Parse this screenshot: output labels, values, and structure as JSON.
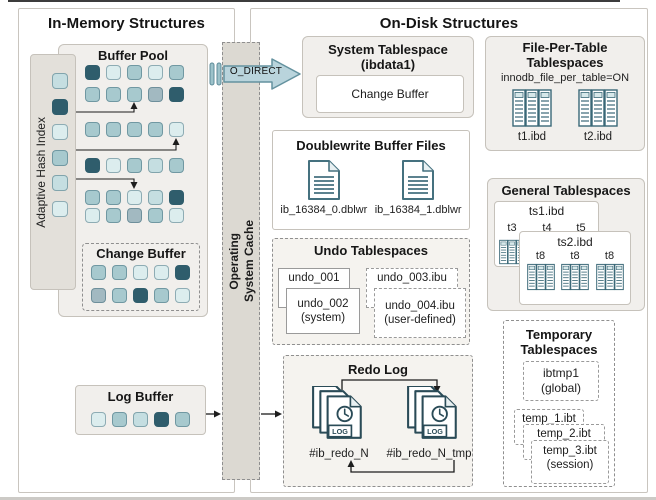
{
  "palette": {
    "d": "#2f5d6c",
    "m": "#a7c9ce",
    "l": "#c5dee1",
    "v": "#dcedee",
    "g": "#a2b9c1"
  },
  "left_panel": {
    "title": "In-Memory Structures",
    "buffer_pool": {
      "title": "Buffer Pool",
      "grid": [
        [
          "d",
          "v",
          "m",
          "v",
          "m"
        ],
        [
          "m",
          "m",
          "m",
          "g",
          "d"
        ],
        [
          "m",
          "m",
          "m",
          "m",
          "v"
        ],
        [
          "d",
          "v",
          "m",
          "l",
          "m"
        ],
        [
          "m",
          "m",
          "v",
          "l",
          "d"
        ],
        [
          "v",
          "m",
          "g",
          "m",
          "v"
        ]
      ]
    },
    "adaptive_hash_index": {
      "label": "Adaptive Hash Index",
      "column": [
        "l",
        "d",
        "v",
        "m",
        "l",
        "v"
      ]
    },
    "change_buffer": {
      "title": "Change Buffer",
      "grid": [
        [
          "m",
          "m",
          "v",
          "v",
          "d"
        ],
        [
          "g",
          "m",
          "d",
          "m",
          "v"
        ]
      ]
    },
    "log_buffer": {
      "title": "Log Buffer",
      "row": [
        "v",
        "m",
        "l",
        "d",
        "m"
      ]
    }
  },
  "middle": {
    "o_direct_label": "O_DIRECT",
    "os_cache_line1": "Operating",
    "os_cache_line2": "System Cache"
  },
  "right_panel": {
    "title": "On-Disk Structures",
    "system_tablespace": {
      "title": "System Tablespace",
      "subtitle": "(ibdata1)",
      "inner_label": "Change Buffer"
    },
    "file_per_table": {
      "title_lines": [
        "File-Per-Table",
        "Tablespaces"
      ],
      "setting": "innodb_file_per_table=ON",
      "files": [
        "t1.ibd",
        "t2.ibd"
      ]
    },
    "doublewrite": {
      "title": "Doublewrite Buffer Files",
      "files": [
        "ib_16384_0.dblwr",
        "ib_16384_1.dblwr"
      ]
    },
    "undo": {
      "title": "Undo Tablespaces",
      "boxes": [
        {
          "label": "undo_001",
          "sub": ""
        },
        {
          "label": "undo_002",
          "sub": "(system)"
        },
        {
          "label": "undo_003.ibu",
          "sub": ""
        },
        {
          "label": "undo_004.ibu",
          "sub": "(user-defined)"
        }
      ]
    },
    "redo": {
      "title": "Redo Log",
      "icon_text": "LOG",
      "files": [
        "#ib_redo_N",
        "#ib_redo_N_tmp"
      ]
    },
    "general": {
      "title": "General Tablespaces",
      "ts1": {
        "label": "ts1.ibd",
        "tables": [
          "t3",
          "t4",
          "t5"
        ]
      },
      "ts2": {
        "label": "ts2.ibd",
        "tables": [
          "t8",
          "t8",
          "t8"
        ]
      }
    },
    "temporary": {
      "title_lines": [
        "Temporary",
        "Tablespaces"
      ],
      "global_box": {
        "label": "ibtmp1",
        "sub": "(global)"
      },
      "session_boxes": [
        {
          "label": "temp_1.ibt",
          "sub": ""
        },
        {
          "label": "temp_2.ibt",
          "sub": ""
        },
        {
          "label": "temp_3.ibt",
          "sub": "(session)"
        }
      ]
    }
  }
}
